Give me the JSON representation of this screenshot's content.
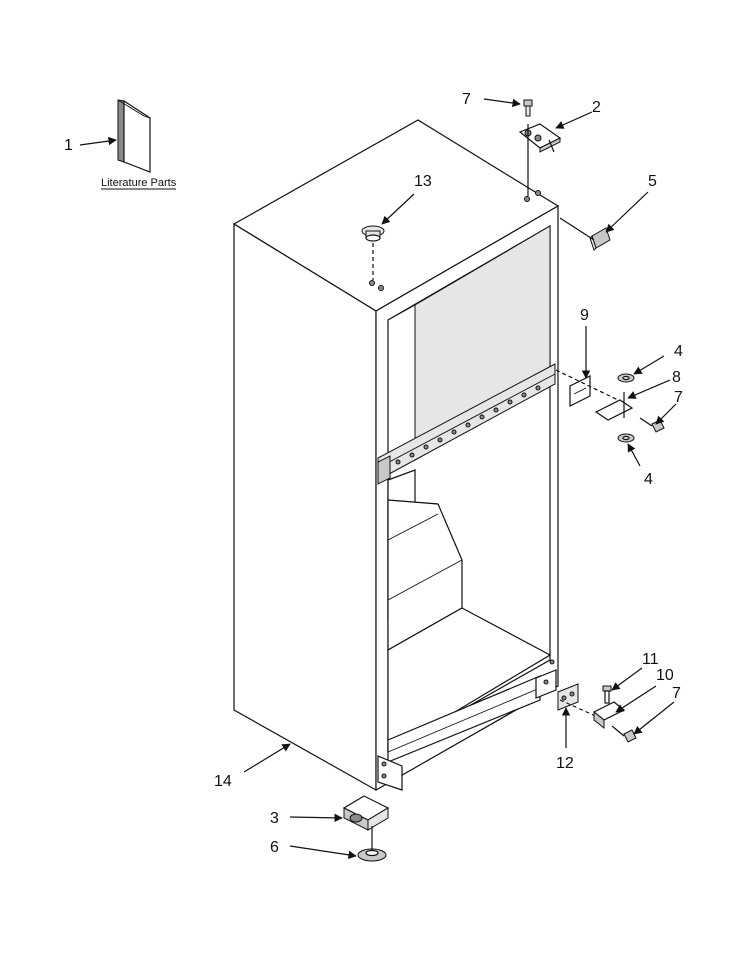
{
  "diagram": {
    "caption_literature": "Literature Parts",
    "callouts": {
      "c1": "1",
      "c2": "2",
      "c3": "3",
      "c4a": "4",
      "c4b": "4",
      "c5": "5",
      "c6": "6",
      "c7a": "7",
      "c7b": "7",
      "c7c": "7",
      "c8": "8",
      "c9": "9",
      "c10": "10",
      "c11": "11",
      "c12": "12",
      "c13": "13",
      "c14": "14"
    }
  }
}
